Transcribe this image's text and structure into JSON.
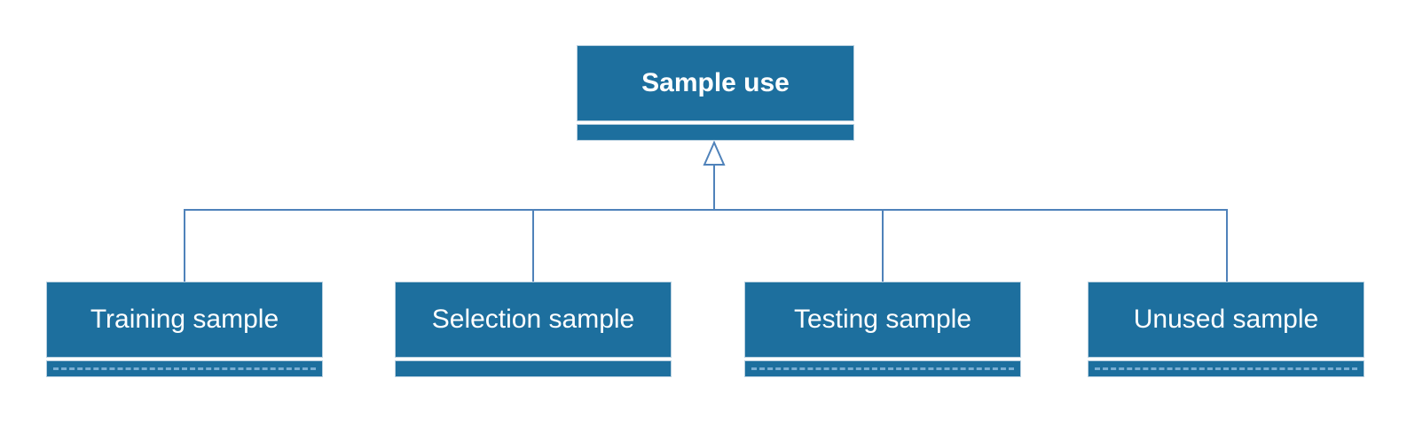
{
  "root_node": {
    "label": "Sample use",
    "strip_style": "solid"
  },
  "child_nodes": [
    {
      "label": "Training sample",
      "strip_style": "dashed"
    },
    {
      "label": "Selection sample",
      "strip_style": "solid"
    },
    {
      "label": "Testing sample",
      "strip_style": "dashed"
    },
    {
      "label": "Unused sample",
      "strip_style": "dashed"
    }
  ],
  "colors": {
    "node_fill": "#1d6f9e",
    "node_border": "#b8d0e0",
    "connector_line": "#4f82ba",
    "label_text": "#ffffff",
    "dashed_divider": "#79aed3",
    "background": "#ffffff"
  }
}
